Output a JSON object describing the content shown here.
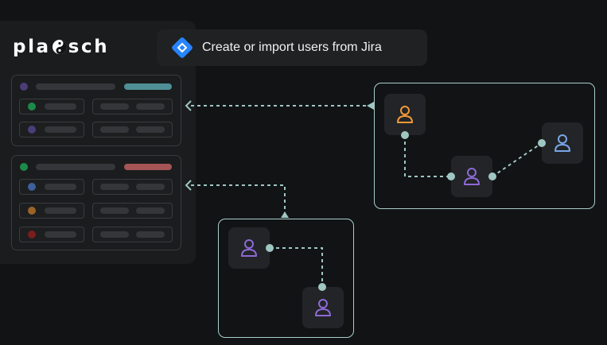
{
  "brand": {
    "name_left": "pla",
    "name_right": "sch",
    "icon": "yin-yang-icon"
  },
  "jira_banner": {
    "text": "Create or import users from Jira",
    "icon": "jira-diamond-icon",
    "color": "#2684ff"
  },
  "colors": {
    "background": "#121315",
    "panel": "#1b1c1e",
    "connector": "#9ec7c2",
    "user_orange": "#f39a35",
    "user_purple": "#8d6ad6",
    "user_blue": "#78a7e8",
    "card1_accent_bar": "#4f8f96",
    "card2_accent_bar": "#a55555",
    "dot_green": "#1c8a4a",
    "dot_purple": "#4b3d78",
    "dot_blue": "#3d5f9a",
    "dot_orange": "#9b6425",
    "dot_red": "#7a1d1d"
  },
  "groups": [
    {
      "name": "right-group",
      "users": [
        "user-orange",
        "user-purple",
        "user-blue"
      ]
    },
    {
      "name": "bottom-group",
      "users": [
        "user-purple",
        "user-purple"
      ]
    }
  ]
}
